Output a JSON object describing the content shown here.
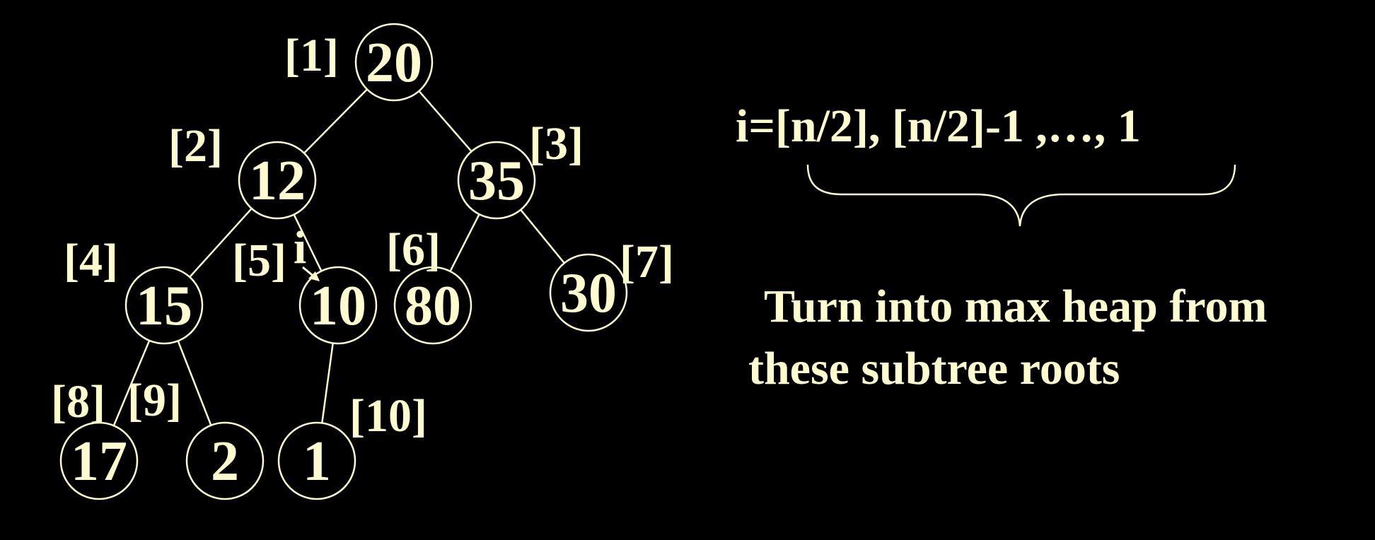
{
  "colors": {
    "background": "#000000",
    "ink": "#FFFBD0"
  },
  "tree": {
    "nodes": [
      {
        "index": "[1]",
        "value": "20"
      },
      {
        "index": "[2]",
        "value": "12"
      },
      {
        "index": "[3]",
        "value": "35"
      },
      {
        "index": "[4]",
        "value": "15"
      },
      {
        "index": "[5]",
        "value": "10"
      },
      {
        "index": "[6]",
        "value": "80"
      },
      {
        "index": "[7]",
        "value": "30"
      },
      {
        "index": "[8]",
        "value": "17"
      },
      {
        "index": "[9]",
        "value": "2"
      },
      {
        "index": "[10]",
        "value": "1"
      }
    ],
    "pointer_label": "i"
  },
  "formula": "i=[n/2], [n/2]-1 ,…, 1",
  "caption": {
    "line1": "Turn into max heap from",
    "line2": "these subtree roots"
  }
}
